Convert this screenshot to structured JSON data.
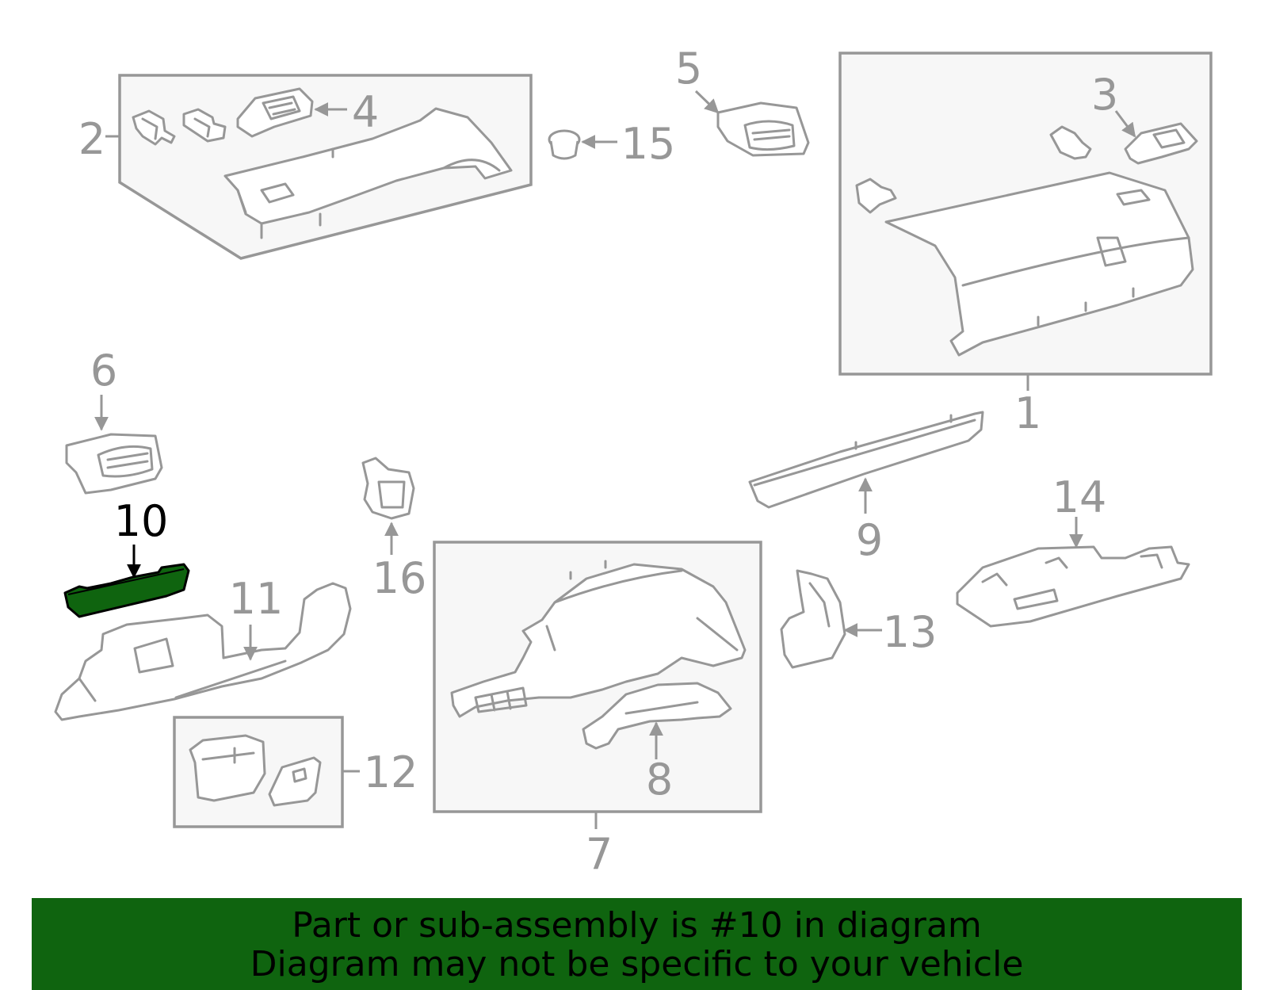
{
  "diagram": {
    "highlight_color": "#0f640f",
    "callouts": {
      "c1": "1",
      "c2": "2",
      "c3": "3",
      "c4": "4",
      "c5": "5",
      "c6": "6",
      "c7": "7",
      "c8": "8",
      "c9": "9",
      "c10": "10",
      "c11": "11",
      "c12": "12",
      "c13": "13",
      "c14": "14",
      "c15": "15",
      "c16": "16"
    }
  },
  "banner": {
    "line1": "Part or sub-assembly is #10 in diagram",
    "line2": "Diagram may not be specific to your vehicle",
    "background": "#0f640f"
  }
}
